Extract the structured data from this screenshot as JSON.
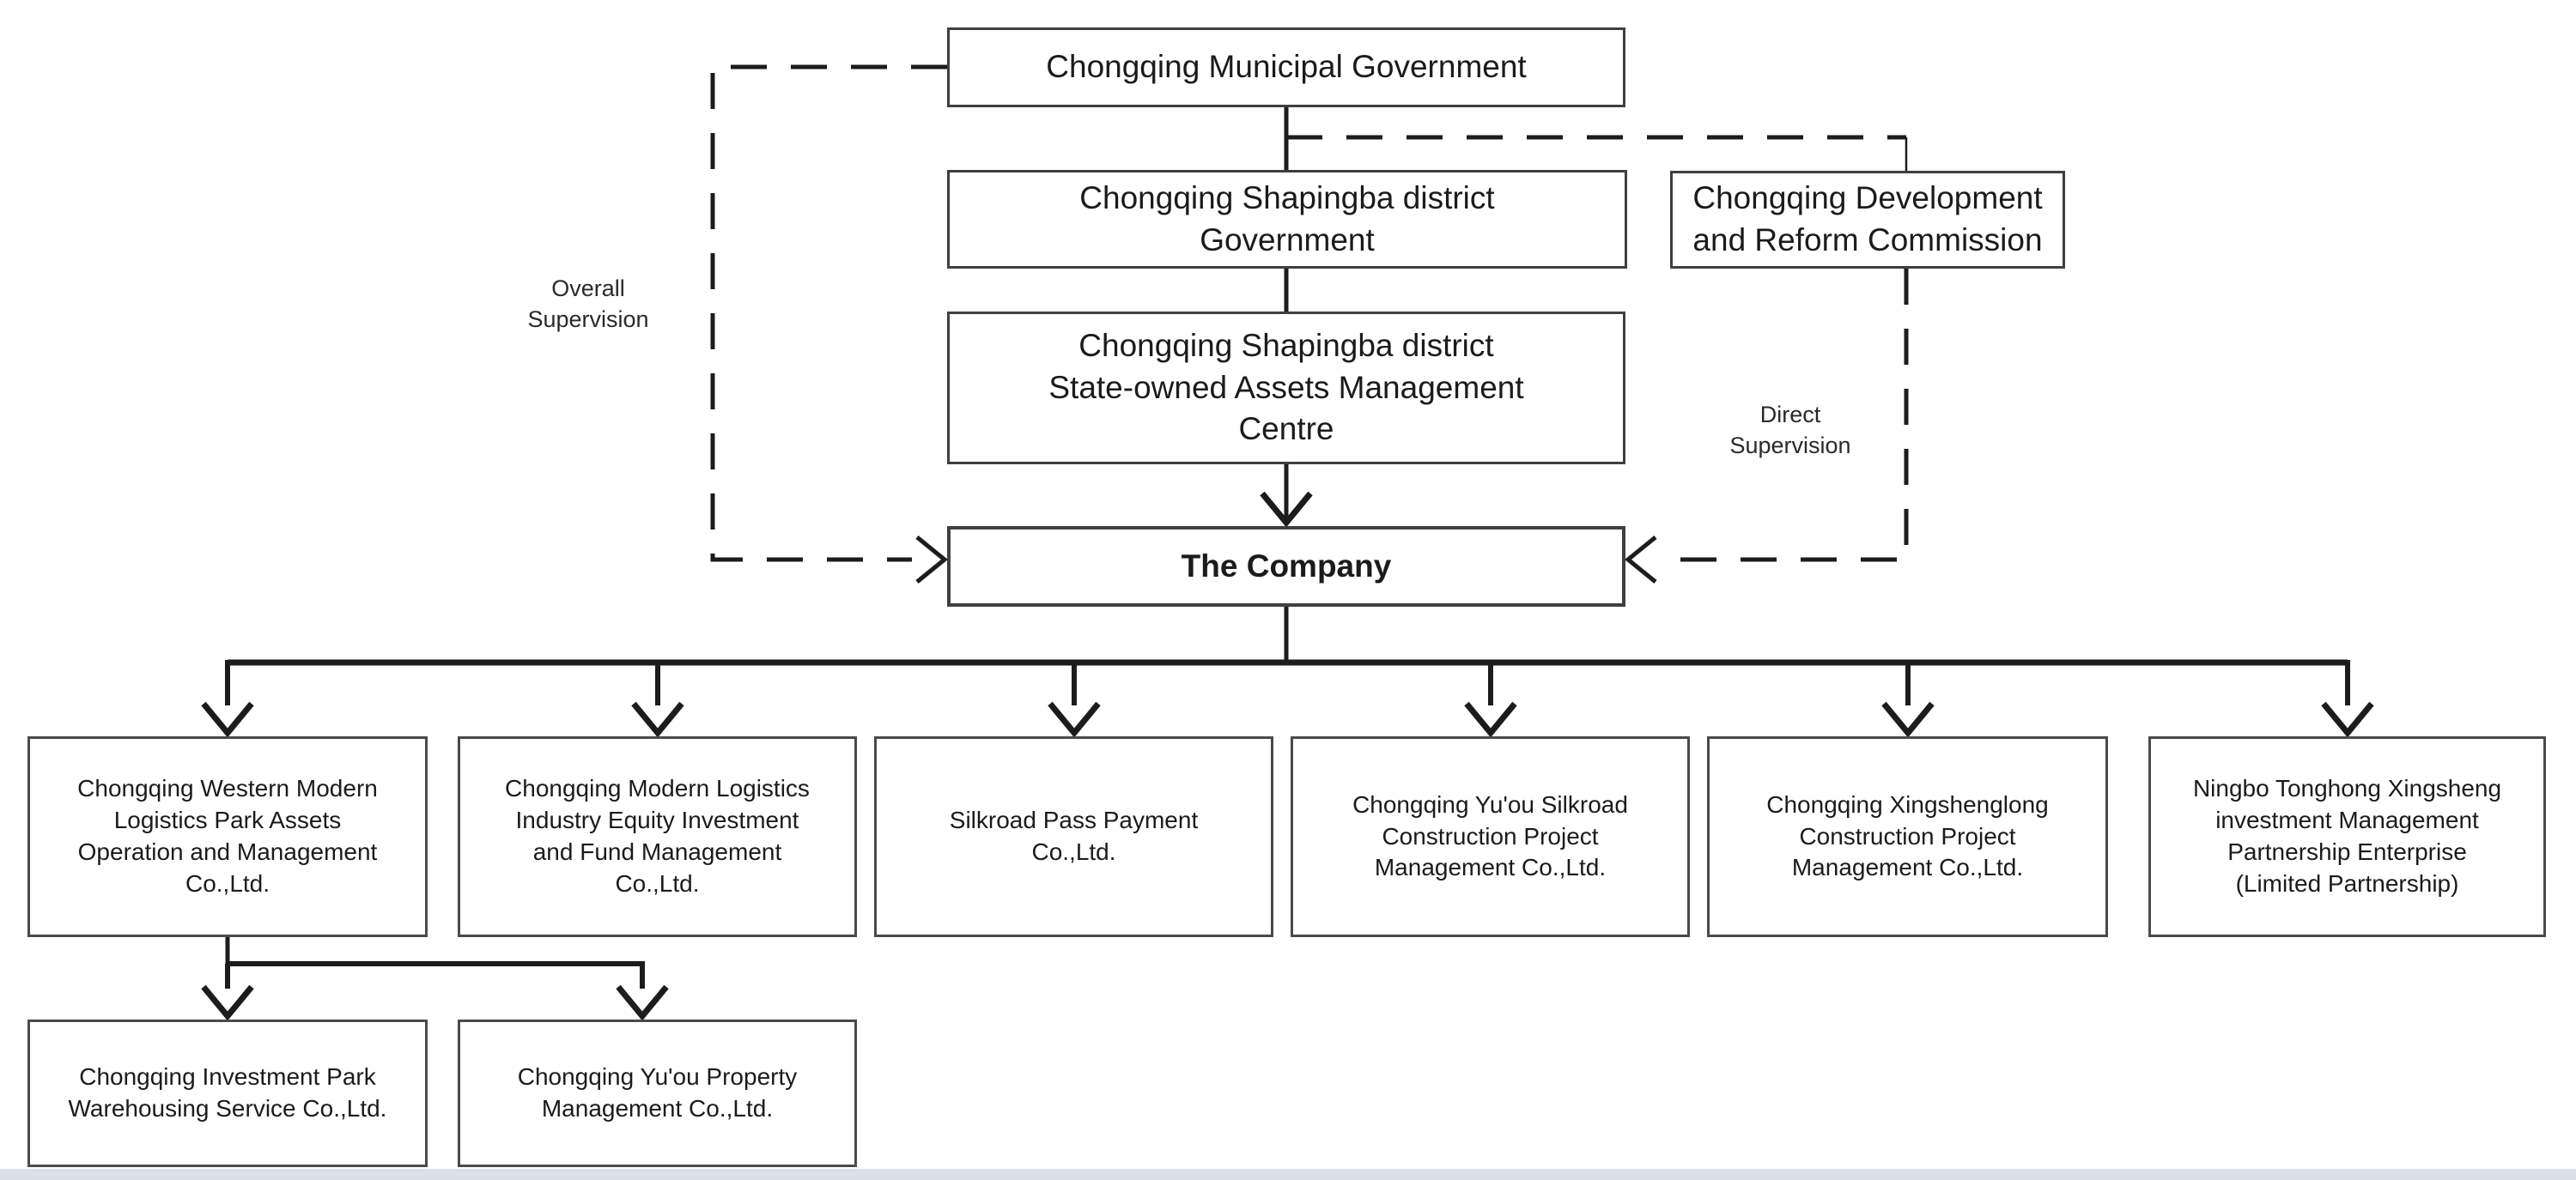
{
  "diagram": {
    "nodes": {
      "municipal_government": "Chongqing Municipal Government",
      "shapingba_government": "Chongqing Shapingba district\nGovernment",
      "development_reform_commission": "Chongqing Development\nand Reform Commission",
      "assets_management_centre": "Chongqing Shapingba district\nState-owned Assets Management\nCentre",
      "the_company": "The Company"
    },
    "subsidiaries": [
      "Chongqing Western Modern\nLogistics Park Assets\nOperation and Management\nCo.,Ltd.",
      "Chongqing Modern Logistics\nIndustry Equity Investment\nand Fund Management\nCo.,Ltd.",
      "Silkroad Pass Payment\nCo.,Ltd.",
      "Chongqing Yu'ou Silkroad\nConstruction Project\nManagement Co.,Ltd.",
      "Chongqing Xingshenglong\nConstruction Project\nManagement Co.,Ltd.",
      "Ningbo Tonghong Xingsheng\ninvestment Management\nPartnership Enterprise\n(Limited Partnership)"
    ],
    "sub_subsidiaries": [
      "Chongqing Investment Park\nWarehousing Service Co.,Ltd.",
      "Chongqing Yu'ou Property\nManagement Co.,Ltd."
    ],
    "edge_labels": {
      "overall_supervision": "Overall\nSupervision",
      "direct_supervision": "Direct\nSupervision"
    },
    "colors": {
      "line": "#1c1c1c",
      "box_border": "#3f3f3f",
      "text": "#1b1b1b",
      "background": "#ffffff",
      "footer_strip": "#d9e0e8"
    }
  }
}
